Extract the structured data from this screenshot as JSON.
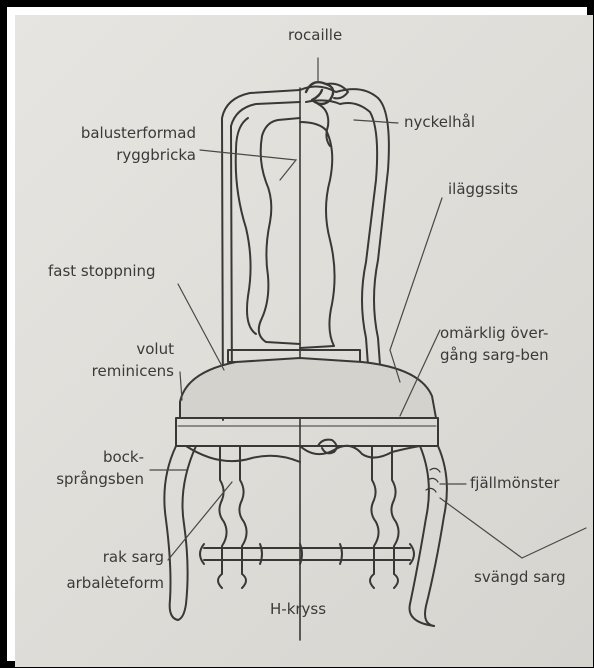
{
  "labels": {
    "rocaille": "rocaille",
    "nyckelhal": "nyckelhål",
    "balusterformad": "balusterformad",
    "ryggbricka": "ryggbricka",
    "ilaggssits": "iläggssits",
    "fast_stoppning": "fast stoppning",
    "omarklig_1": "omärklig över-",
    "omarklig_2": "gång sarg-ben",
    "volut": "volut",
    "reminicens": "reminicens",
    "bock": "bock-",
    "sprangsben": "språngsben",
    "fjallmonster": "fjällmönster",
    "rak_sarg": "rak sarg",
    "arbaleteform": "arbalèteform",
    "svangd_sarg": "svängd sarg",
    "h_kryss": "H-kryss"
  }
}
